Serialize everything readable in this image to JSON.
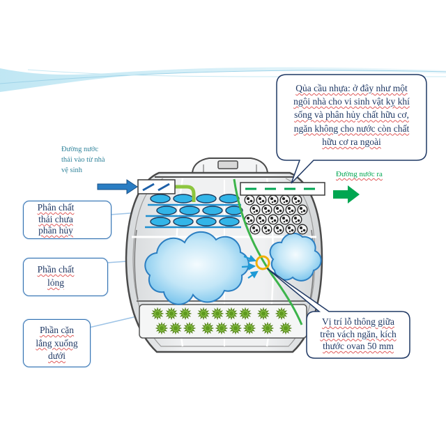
{
  "diagram": {
    "inlet_label": {
      "lines": [
        "Đường nước",
        "thải vào từ nhà",
        "vệ sinh"
      ]
    },
    "outlet_label": "Đường nước ra",
    "ball_callout": {
      "lines": [
        "Qủa cầu nhựa: ở đây như một",
        "ngôi nhà cho vi sinh vật kỵ khí",
        "sống và phân hủy chất hữu cơ,",
        "ngăn không cho nước còn chất",
        "hữu cơ ra ngoài"
      ]
    },
    "zone_labels": [
      {
        "lines": [
          "Phân chất",
          "thải chưa",
          "phân hủy"
        ]
      },
      {
        "lines": [
          "Phần chất",
          "lỏng"
        ]
      },
      {
        "lines": [
          "Phần cặn",
          "lắng xuống",
          "dưới"
        ]
      }
    ],
    "vent_callout": {
      "lines": [
        "Vị trí lỗ thông giữa",
        "trên vách ngăn, kích",
        "thước ovan 50 mm"
      ]
    }
  },
  "colors": {
    "label_text": "#1f3864",
    "inlet_text": "#31849b",
    "outlet_text": "#00a651",
    "partition": "#3cb44b",
    "sludge": "#33b5e8",
    "sediment": "#8bc34a",
    "vent_marker": "#f2b000"
  }
}
